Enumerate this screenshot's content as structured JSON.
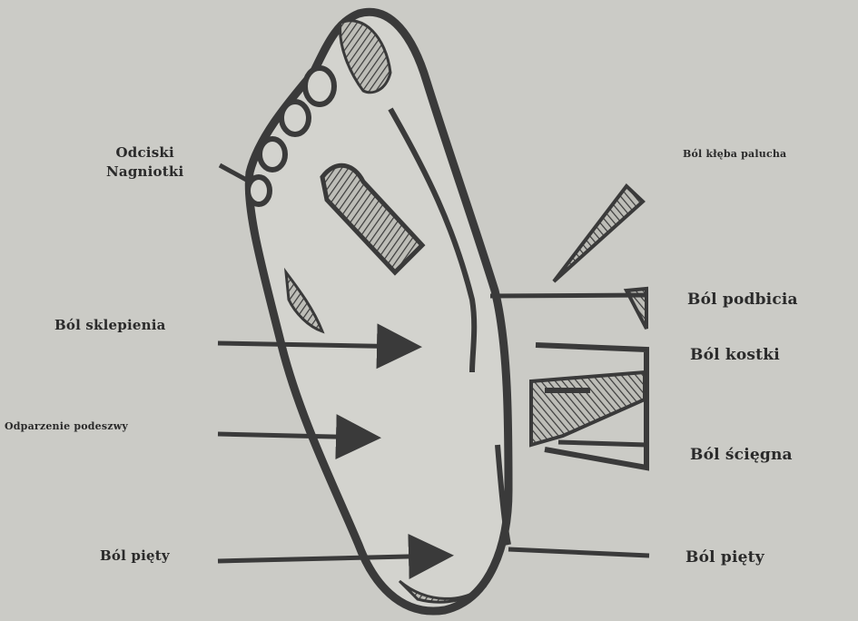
{
  "labels": {
    "odciski": "Odciski",
    "nagniotki": "Nagniotki",
    "bol_kleba_palucha": "Ból kłęba palucha",
    "bol_podbicia": "Ból podbicia",
    "bol_sklepienia": "Ból sklepienia",
    "bol_kostki": "Ból kostki",
    "odparzenie_podeszwy": "Odparzenie podeszwy",
    "bol_sciegna": "Ból ścięgna",
    "bol_piety_left": "Ból pięty",
    "bol_piety_right": "Ból pięty"
  },
  "colors": {
    "background": "#cbcbc6",
    "ink": "#3a3a3a",
    "text": "#2a2a2a"
  }
}
